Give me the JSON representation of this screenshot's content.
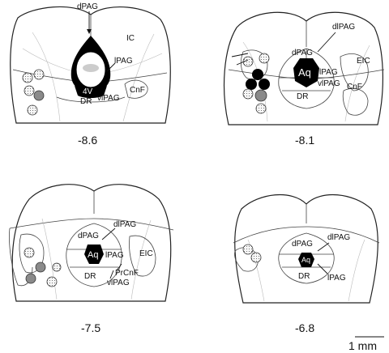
{
  "colors": {
    "dotted_site": "#f2f2f2",
    "grey_site": "#8a8a8a",
    "black_site": "#000000",
    "aqueduct": "#000000"
  },
  "panels": [
    {
      "coordinate": "-8.6",
      "labels": {
        "dpag": "dPAG",
        "ic": "IC",
        "lpag": "lPAG",
        "fourth_v": "4V",
        "cnf": "CnF",
        "dr": "DR",
        "vlpag": "vlPAG"
      }
    },
    {
      "coordinate": "-8.1",
      "labels": {
        "dlpag": "dlPAG",
        "dpag": "dPAG",
        "aq": "Aq",
        "lpag": "lPAG",
        "vlpag": "vlPAG",
        "eic": "EIC",
        "cnf": "CnF",
        "dr": "DR"
      }
    },
    {
      "coordinate": "-7.5",
      "labels": {
        "dlpag": "dlPAG",
        "dpag": "dPAG",
        "aq": "Aq",
        "lpag": "lPAG",
        "eic": "EIC",
        "dr": "DR",
        "prcnf": "PrCnF",
        "vlpag": "vlPAG"
      }
    },
    {
      "coordinate": "-6.8",
      "labels": {
        "dlpag": "dlPAG",
        "dpag": "dPAG",
        "aq": "Aq",
        "lpag": "lPAG",
        "dr": "DR"
      }
    }
  ],
  "scale_bar": {
    "label": "1 mm"
  }
}
